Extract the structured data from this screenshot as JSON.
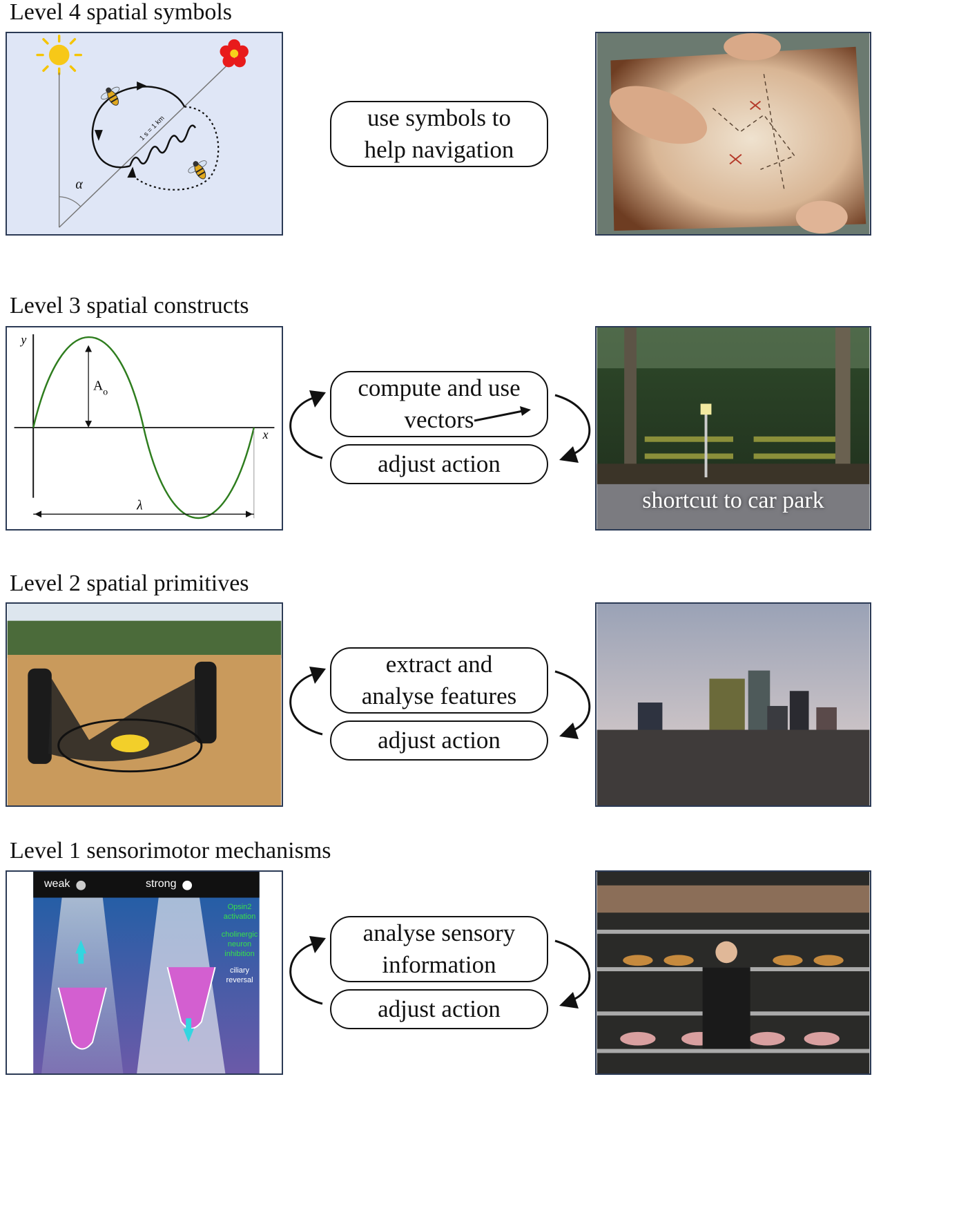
{
  "levels": [
    {
      "title": "Level 4 spatial symbols",
      "boxes": [
        "use symbols to\nhelp navigation"
      ],
      "figure_labels": {
        "alpha": "α",
        "scale": "1 s = 1 km"
      }
    },
    {
      "title": "Level 3 spatial constructs",
      "boxes": [
        "compute and use\nvectors",
        "adjust action"
      ],
      "figure_labels": {
        "y": "y",
        "x": "x",
        "amplitude": "A",
        "amplitude_sub": "o",
        "wavelength": "λ"
      },
      "photo_caption": "shortcut to car park"
    },
    {
      "title": "Level 2 spatial primitives",
      "boxes": [
        "extract and\nanalyse features",
        "adjust action"
      ]
    },
    {
      "title": "Level 1 sensorimotor mechanisms",
      "boxes": [
        "analyse sensory\ninformation",
        "adjust action"
      ],
      "figure_labels": {
        "weak": "weak",
        "strong": "strong",
        "pathway": [
          "Opsin2 activation",
          "cholinergic neuron inhibition",
          "ciliary reversal"
        ]
      }
    }
  ],
  "colors": {
    "panel_border": "#2b3a55",
    "sine": "#2e7d1e",
    "sky_panel": "#dfe6f6",
    "pathway_green": "#38e04a"
  }
}
